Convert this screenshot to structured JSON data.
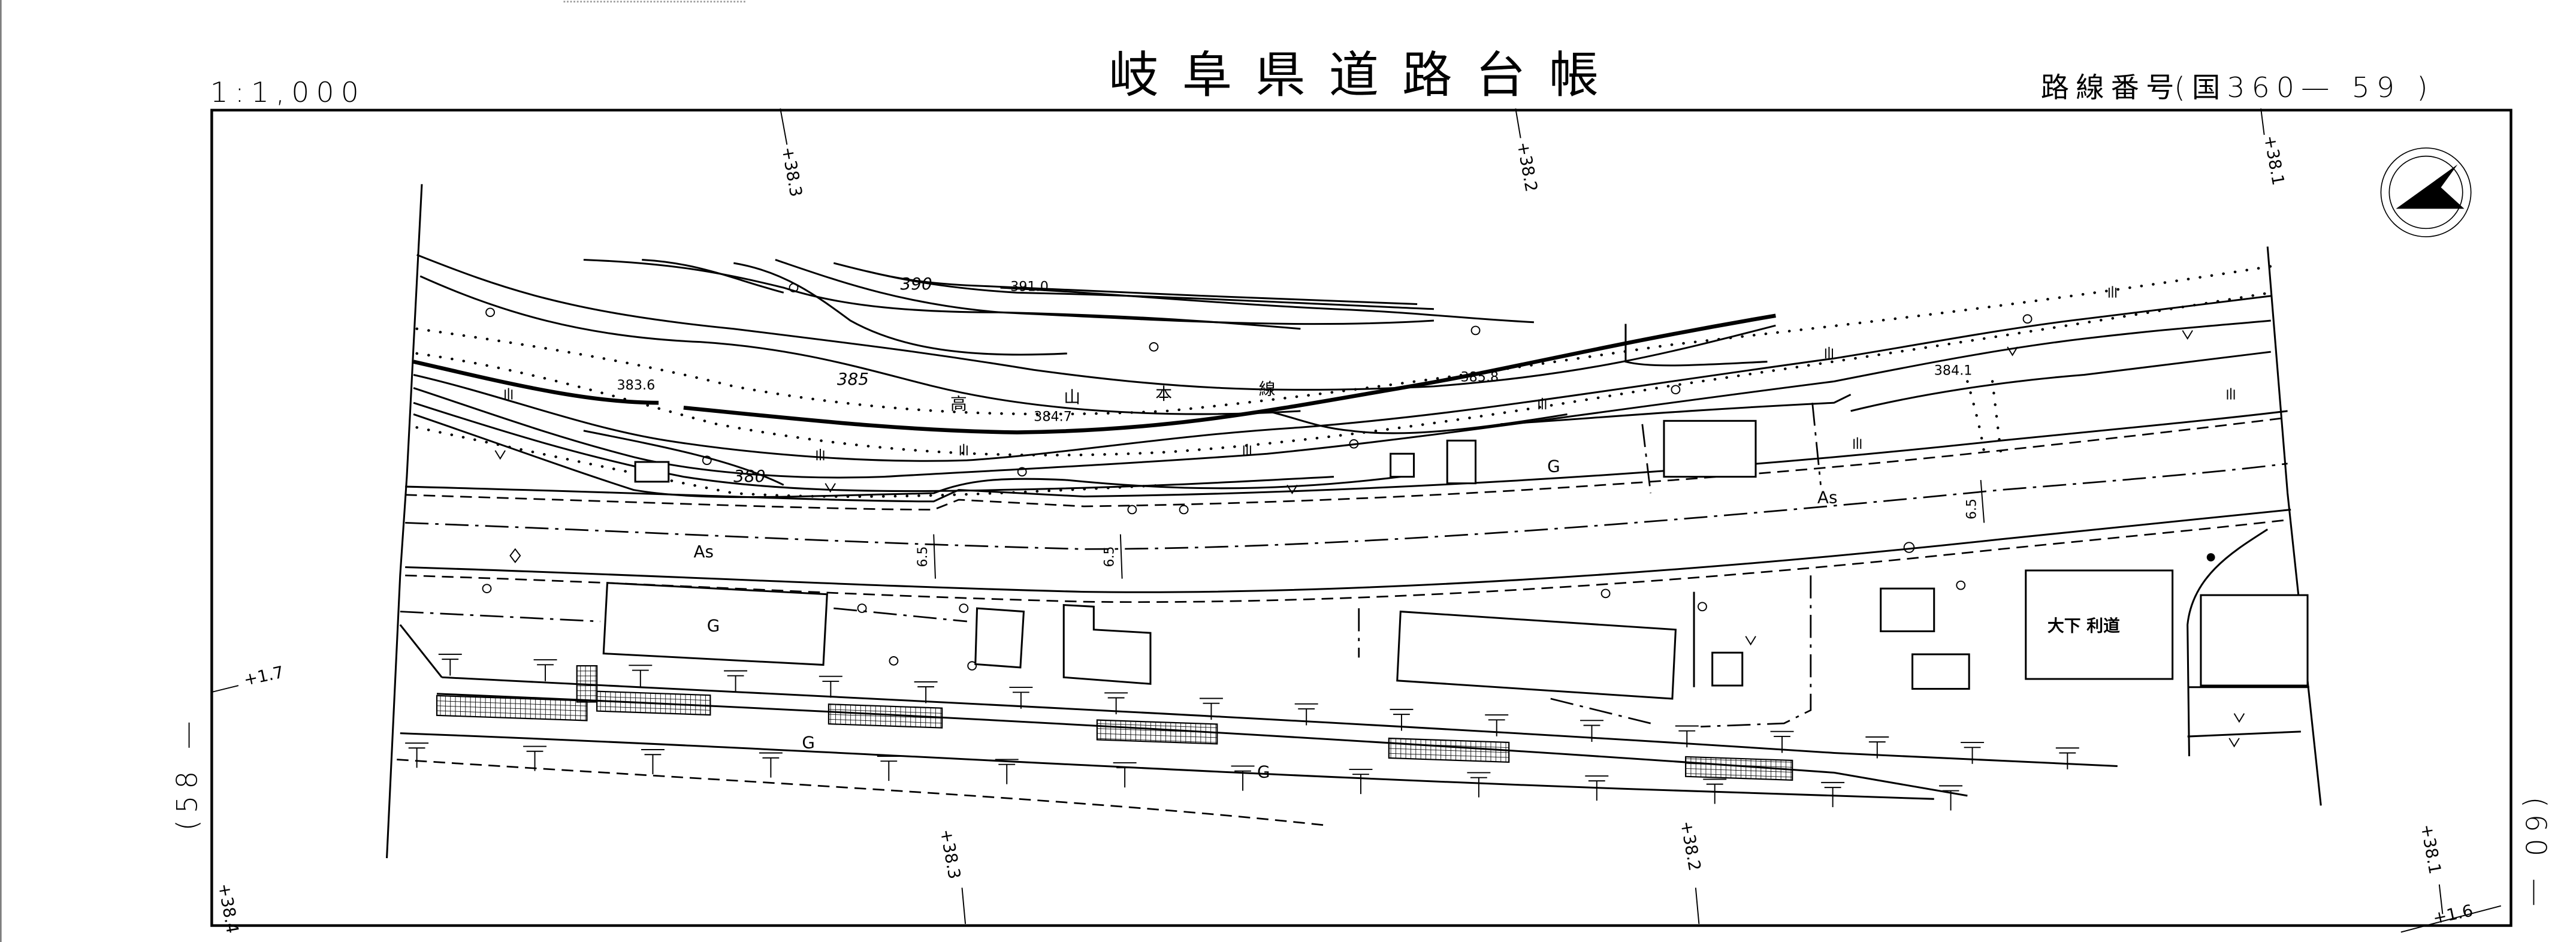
{
  "sheet": {
    "title": "岐阜県道路台帳",
    "scale": "1:1,000",
    "route_label": "路線番号",
    "route_number": "(国360—  59 )",
    "prev_sheet": "(58 —",
    "next_sheet": "(60 —",
    "north_arrow": "north-arrow-icon"
  },
  "chainage": {
    "top": [
      "+38.3",
      "+38.2",
      "+38.1"
    ],
    "bottom": [
      "+38.4",
      "+38.3",
      "+38.2",
      "+38.1"
    ],
    "offsets": [
      "+1.7",
      "+1.6"
    ]
  },
  "map": {
    "railway": [
      "高",
      "山",
      "本",
      "線"
    ],
    "contours": [
      "390",
      "391.0",
      "385",
      "380"
    ],
    "spot_heights": [
      "383.6",
      "384.7",
      "385.8",
      "384.1"
    ],
    "road_surface": [
      "As",
      "As"
    ],
    "road_width": [
      "6.5",
      "6.5",
      "6.5"
    ],
    "ground_labels": [
      "G",
      "G",
      "G",
      "G"
    ],
    "owner_name": "大下 利道"
  },
  "colors": {
    "ink": "#000000",
    "paper": "#ffffff"
  }
}
